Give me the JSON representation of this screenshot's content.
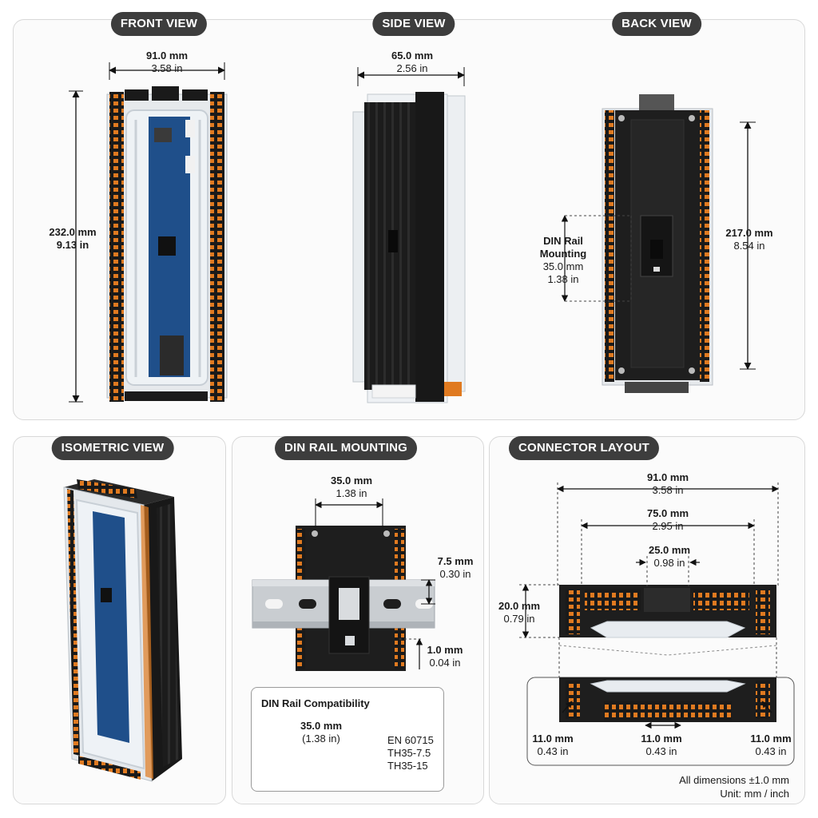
{
  "sections": {
    "front": "FRONT VIEW",
    "side": "SIDE VIEW",
    "back": "BACK VIEW",
    "iso": "ISOMETRIC VIEW",
    "din": "DIN RAIL MOUNTING",
    "connector": "CONNECTOR LAYOUT"
  },
  "front": {
    "width_mm": "91.0 mm",
    "width_in": "3.58 in",
    "height_mm": "232.0 mm",
    "height_in": "9.13 in"
  },
  "side": {
    "depth_mm": "65.0 mm",
    "depth_in": "2.56 in"
  },
  "back": {
    "rail_title_1": "DIN Rail",
    "rail_title_2": "Mounting",
    "rail_mm": "35.0 mm",
    "rail_in": "1.38 in",
    "height_mm": "217.0 mm",
    "height_in": "8.54 in"
  },
  "din": {
    "rail_width_mm": "35.0 mm",
    "rail_width_in": "1.38 in",
    "rail_depth_mm": "7.5 mm",
    "rail_depth_in": "0.30 in",
    "thickness_mm": "1.0 mm",
    "thickness_in": "0.04 in",
    "compat_title": "DIN Rail Compatibility",
    "profile_mm": "35.0 mm",
    "profile_in": "(1.38 in)",
    "standards": [
      "EN 60715",
      "TH35-7.5",
      "TH35-15"
    ]
  },
  "connector": {
    "overall_mm": "91.0 mm",
    "overall_in": "3.58 in",
    "inner_mm": "75.0 mm",
    "inner_in": "2.95 in",
    "center_mm": "25.0 mm",
    "center_in": "0.98 in",
    "height_mm": "20.0 mm",
    "height_in": "0.79 in",
    "pitch_left_mm": "11.0 mm",
    "pitch_left_in": "0.43 in",
    "pitch_mid_mm": "11.0 mm",
    "pitch_mid_in": "0.43 in",
    "pitch_right_mm": "11.0 mm",
    "pitch_right_in": "0.43 in"
  },
  "footer": {
    "line1": "All dimensions ±1.0 mm",
    "line2": "Unit: mm / inch"
  },
  "colors": {
    "badge": "#3d3d3d",
    "housing": "#1e1e1e",
    "terminal": "#e07a20",
    "pcb": "#1f4f8a",
    "rail": "#c9cdd1"
  }
}
